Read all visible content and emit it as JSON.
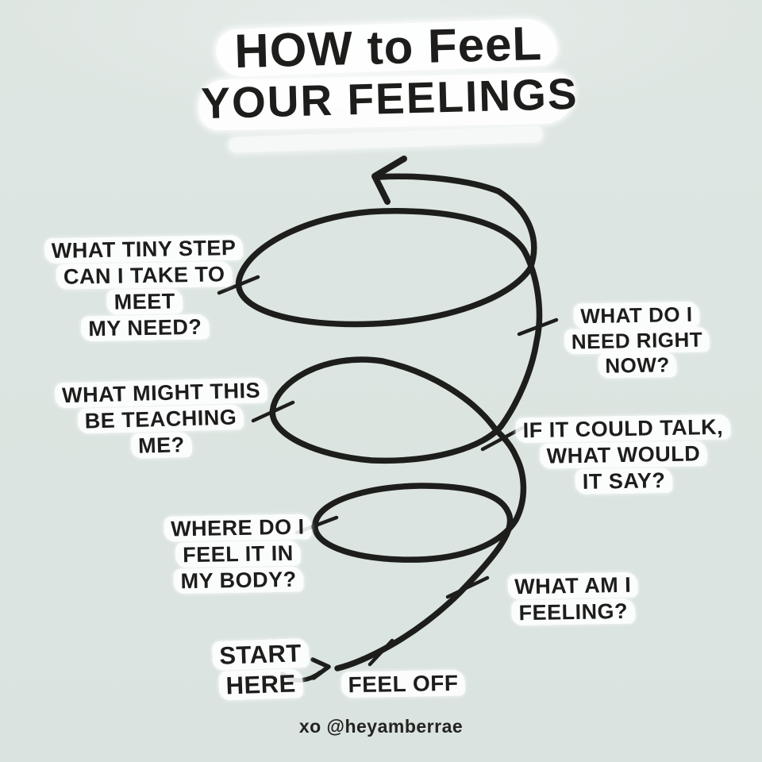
{
  "colors": {
    "background": "#dce5e1",
    "ink": "#1d1d1b",
    "highlight": "#ffffff"
  },
  "title": {
    "line1": "HOW to FeeL",
    "line2": "YOUR FEELINGS"
  },
  "steps": [
    {
      "id": "feel-off",
      "text": "FEEL OFF"
    },
    {
      "id": "what-am-i-feeling",
      "text": "WHAT AM I\nFEELING?"
    },
    {
      "id": "where-do-i-feel",
      "text": "WHERE DO I\nFEEL IT IN\nMY BODY?"
    },
    {
      "id": "if-it-could-talk",
      "text": "IF IT COULD TALK,\nWHAT WOULD\nIT SAY?"
    },
    {
      "id": "what-might-this",
      "text": "WHAT MIGHT THIS\nBE TEACHING ME?"
    },
    {
      "id": "what-do-i-need",
      "text": "WHAT DO I\nNEED RIGHT NOW?"
    },
    {
      "id": "what-tiny-step",
      "text": "WHAT TINY STEP\nCAN I TAKE TO MEET\nMY NEED?"
    }
  ],
  "start_label": "START\nHERE",
  "credit": "xo @heyamberrae"
}
